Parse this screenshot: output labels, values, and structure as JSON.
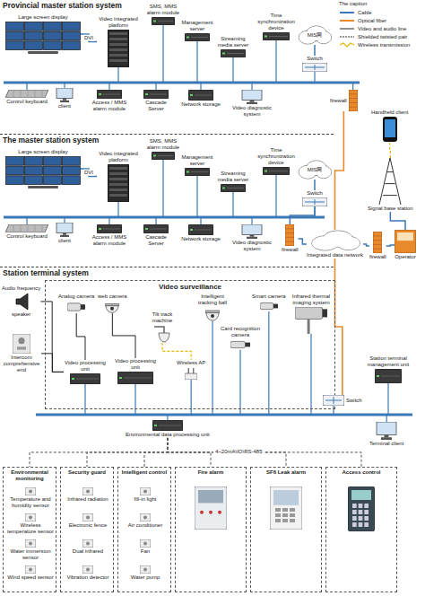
{
  "diagram": {
    "nodes": [
      {
        "text": [
          "Provincial master station system"
        ]
      },
      {
        "text": [
          "Large screen display"
        ],
        "in": 0
      },
      {
        "text": [
          "Video integrated platform"
        ],
        "in": 0
      },
      {
        "text": [
          "SMS, MMS alarm module"
        ],
        "in": 0
      },
      {
        "text": [
          "Management server"
        ],
        "in": 0
      },
      {
        "text": [
          "Streaming media server"
        ],
        "in": 0
      },
      {
        "text": [
          "Time synchronization device"
        ],
        "in": 0
      },
      {
        "text": [
          "MIS网"
        ],
        "in": 0
      },
      {
        "text": [
          "Control keyboard"
        ],
        "in": 0
      },
      {
        "text": [
          "client"
        ],
        "in": 0
      },
      {
        "text": [
          "Access / MMS alarm module"
        ],
        "in": 0
      },
      {
        "text": [
          "Cascade Server"
        ],
        "in": 0
      },
      {
        "text": [
          "Network storage"
        ],
        "in": 0
      },
      {
        "text": [
          "Video diagnostic system"
        ],
        "in": 0
      },
      {
        "text": [
          "Switch"
        ],
        "in": 0
      },
      {
        "text": [
          "firewall"
        ]
      },
      {
        "text": [
          "The master station system"
        ]
      },
      {
        "text": [
          "Large screen display"
        ],
        "in": 16
      },
      {
        "text": [
          "Video integrated platform"
        ],
        "in": 16
      },
      {
        "text": [
          "SMS, MMS alarm module"
        ],
        "in": 16
      },
      {
        "text": [
          "Management server"
        ],
        "in": 16
      },
      {
        "text": [
          "Streaming media server"
        ],
        "in": 16
      },
      {
        "text": [
          "Time synchronization device"
        ],
        "in": 16
      },
      {
        "text": [
          "MIS网"
        ],
        "in": 16
      },
      {
        "text": [
          "Control keyboard"
        ],
        "in": 16
      },
      {
        "text": [
          "client"
        ],
        "in": 16
      },
      {
        "text": [
          "Access / MMS alarm module"
        ],
        "in": 16
      },
      {
        "text": [
          "Cascade Server"
        ],
        "in": 16
      },
      {
        "text": [
          "Network storage"
        ],
        "in": 16
      },
      {
        "text": [
          "Video diagnostic system"
        ],
        "in": 16
      },
      {
        "text": [
          "Switch"
        ],
        "in": 16
      },
      {
        "text": [
          "firewall"
        ],
        "in": 16
      },
      {
        "text": [
          "Integrated data network"
        ]
      },
      {
        "text": [
          "firewall"
        ]
      },
      {
        "text": [
          "Operator"
        ]
      },
      {
        "text": [
          "Signal base station"
        ]
      },
      {
        "text": [
          "Handheld client"
        ]
      },
      {
        "text": [
          "Station terminal system"
        ]
      },
      {
        "text": [
          "Video surveillance"
        ],
        "in": 37
      },
      {
        "text": [
          "Audio frequency",
          "speaker"
        ],
        "in": 37
      },
      {
        "text": [
          "Intercom comprehensive end"
        ],
        "in": 37
      },
      {
        "text": [
          "Analog camera"
        ],
        "in": 38
      },
      {
        "text": [
          "web camera"
        ],
        "in": 38
      },
      {
        "text": [
          "Tilt track machine"
        ],
        "in": 38
      },
      {
        "text": [
          "Intelligent tracking ball"
        ],
        "in": 38
      },
      {
        "text": [
          "Smart camera"
        ],
        "in": 38
      },
      {
        "text": [
          "Card recognition camera"
        ],
        "in": 38
      },
      {
        "text": [
          "Infrared thermal imaging system"
        ],
        "in": 38
      },
      {
        "text": [
          "Video processing unit"
        ],
        "in": 38
      },
      {
        "text": [
          "Video processing unit"
        ],
        "in": 38
      },
      {
        "text": [
          "Wireless AP"
        ],
        "in": 38
      },
      {
        "text": [
          "Station terminal management unit"
        ],
        "in": 37
      },
      {
        "text": [
          "Switch"
        ],
        "in": 37
      },
      {
        "text": [
          "Terminal client"
        ],
        "in": 37
      },
      {
        "text": [
          "Environmental data processing unit"
        ],
        "in": 37
      },
      {
        "text": [
          "Environmental monitoring"
        ],
        "in": 37
      },
      {
        "text": [
          "Temperature and humidity sensor"
        ],
        "in": 55
      },
      {
        "text": [
          "Wireless temperature sensor"
        ],
        "in": 55
      },
      {
        "text": [
          "Water immersion sensor"
        ],
        "in": 55
      },
      {
        "text": [
          "Wind speed sensor"
        ],
        "in": 55
      },
      {
        "text": [
          "Security guard"
        ],
        "in": 37
      },
      {
        "text": [
          "Infrared radiation"
        ],
        "in": 60
      },
      {
        "text": [
          "Electronic fence"
        ],
        "in": 60
      },
      {
        "text": [
          "Dual infrared"
        ],
        "in": 60
      },
      {
        "text": [
          "Vibration detector"
        ],
        "in": 60
      },
      {
        "text": [
          "Intelligent control"
        ],
        "in": 37
      },
      {
        "text": [
          "fill-in light"
        ],
        "in": 65
      },
      {
        "text": [
          "Air conditioner"
        ],
        "in": 65
      },
      {
        "text": [
          "Fan"
        ],
        "in": 65
      },
      {
        "text": [
          "Water pump"
        ],
        "in": 65
      },
      {
        "text": [
          "Fire alarm"
        ],
        "in": 37
      },
      {
        "text": [
          "SF6 Leak alarm"
        ],
        "in": 37
      },
      {
        "text": [
          "Access control"
        ],
        "in": 37
      }
    ],
    "edges": [
      {
        "from": 1,
        "to": 2,
        "label": "DVI",
        "arrow": "none"
      },
      {
        "from": 14,
        "to": 7,
        "arrow": "none"
      },
      {
        "from": 17,
        "to": 18,
        "label": "DVI",
        "arrow": "none"
      },
      {
        "from": 30,
        "to": 23,
        "arrow": "none"
      },
      {
        "from": 30,
        "to": 31,
        "arrow": "none"
      },
      {
        "from": 31,
        "to": 32,
        "arrow": "none"
      },
      {
        "from": 32,
        "to": 33,
        "arrow": "none"
      },
      {
        "from": 33,
        "to": 34,
        "arrow": "none"
      },
      {
        "from": 34,
        "to": 35,
        "arrow": "none"
      },
      {
        "from": 35,
        "to": 36,
        "arrow": "none"
      },
      {
        "from": 15,
        "to": 32,
        "arrow": "none"
      },
      {
        "from": 52,
        "to": 32,
        "arrow": "none"
      },
      {
        "from": 39,
        "to": 48,
        "arrow": "none"
      },
      {
        "from": 40,
        "to": 48,
        "arrow": "none"
      },
      {
        "from": 41,
        "to": 48,
        "arrow": "none"
      },
      {
        "from": 42,
        "to": 49,
        "arrow": "none"
      },
      {
        "from": 43,
        "to": 50,
        "arrow": "none"
      },
      {
        "from": 54,
        "to": 55,
        "arrow": "none"
      },
      {
        "from": 54,
        "to": 60,
        "arrow": "none"
      },
      {
        "from": 54,
        "to": 65,
        "arrow": "none"
      },
      {
        "from": 54,
        "to": 70,
        "arrow": "none"
      },
      {
        "from": 54,
        "to": 71,
        "arrow": "none"
      },
      {
        "from": 54,
        "to": 72,
        "arrow": "none"
      }
    ],
    "labels": [
      "The caption",
      "4~20mA\\IO\\RS-485"
    ],
    "legend": [
      {
        "text": "Cable"
      },
      {
        "text": "Optical fiber"
      },
      {
        "text": "Video and audio line"
      },
      {
        "text": "Shielded twisted pair"
      },
      {
        "text": "Wireless transmission"
      }
    ]
  }
}
